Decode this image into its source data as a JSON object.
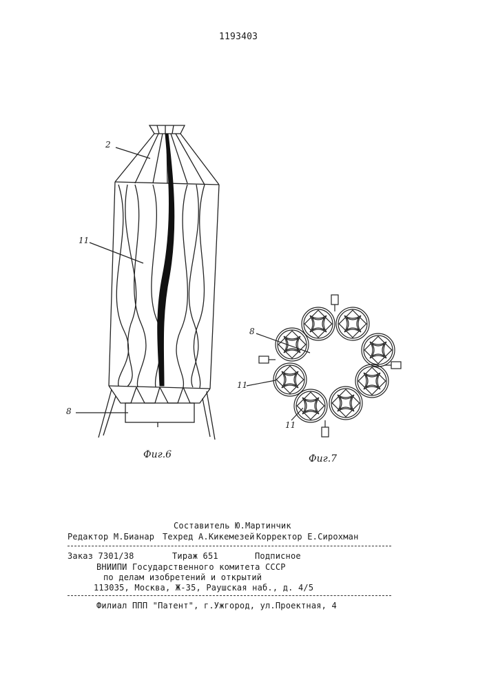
{
  "patent_number": "1193403",
  "figures": {
    "fig6": {
      "caption": "Фиг.6",
      "labels": {
        "ref_2": "2",
        "ref_11": "11",
        "ref_8": "8"
      }
    },
    "fig7": {
      "caption": "Фиг.7",
      "labels": {
        "ref_8": "8",
        "ref_11a": "11",
        "ref_11b": "11"
      }
    }
  },
  "colophon": {
    "compiler": "Составитель Ю.Мартинчик",
    "editor": "Редактор М.Бианар",
    "techred": "Техред А.Кикемезей",
    "corrector": "Корректор Е.Сирохман",
    "order": "Заказ 7301/38",
    "circulation": "Тираж 651",
    "subscription": "Подписное",
    "org_line1": "ВНИИПИ Государственного комитета СССР",
    "org_line2": "по делам изобретений и открытий",
    "address": "113035, Москва, Ж-35, Раушская наб., д. 4/5",
    "branch": "Филиал ППП \"Патент\", г.Ужгород, ул.Проектная, 4"
  }
}
